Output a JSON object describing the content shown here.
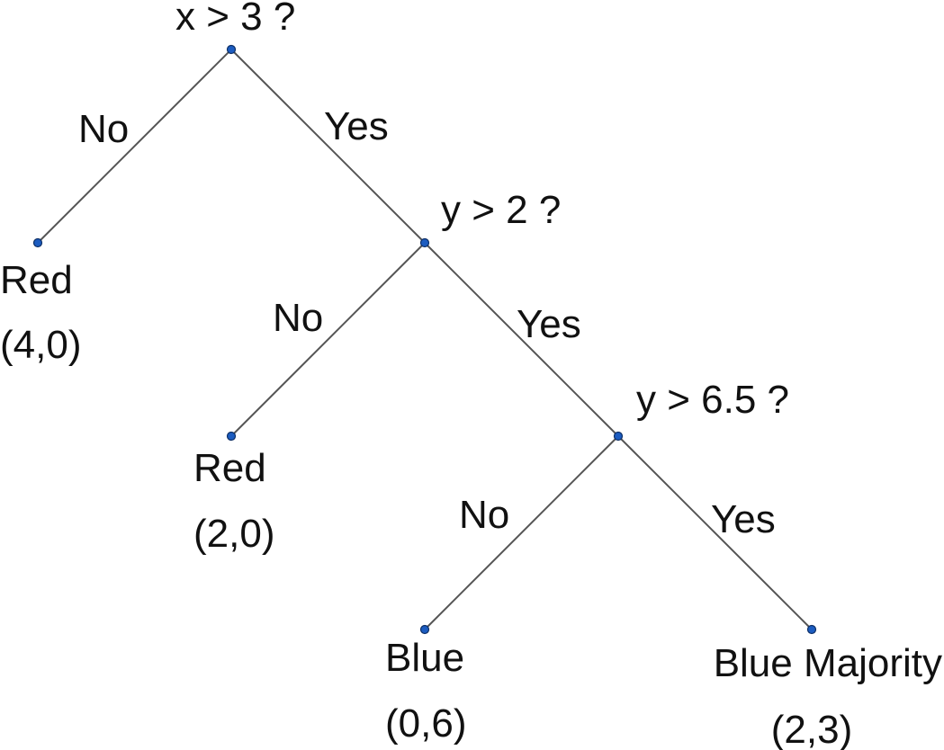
{
  "tree": {
    "colors": {
      "edge": "#555555",
      "node_fill": "#1c5cc0",
      "text": "#111111",
      "background": "#ffffff"
    },
    "root": {
      "question": "x > 3 ?"
    },
    "split2": {
      "question": "y > 2 ?"
    },
    "split3": {
      "question": "y > 6.5 ?"
    },
    "edges": {
      "root_no": "No",
      "root_yes": "Yes",
      "split2_no": "No",
      "split2_yes": "Yes",
      "split3_no": "No",
      "split3_yes": "Yes"
    },
    "leaves": {
      "leaf1": {
        "label": "Red",
        "counts": "(4,0)"
      },
      "leaf2": {
        "label": "Red",
        "counts": "(2,0)"
      },
      "leaf3": {
        "label": "Blue",
        "counts": "(0,6)"
      },
      "leaf4": {
        "label": "Blue Majority",
        "counts": "(2,3)"
      }
    }
  }
}
